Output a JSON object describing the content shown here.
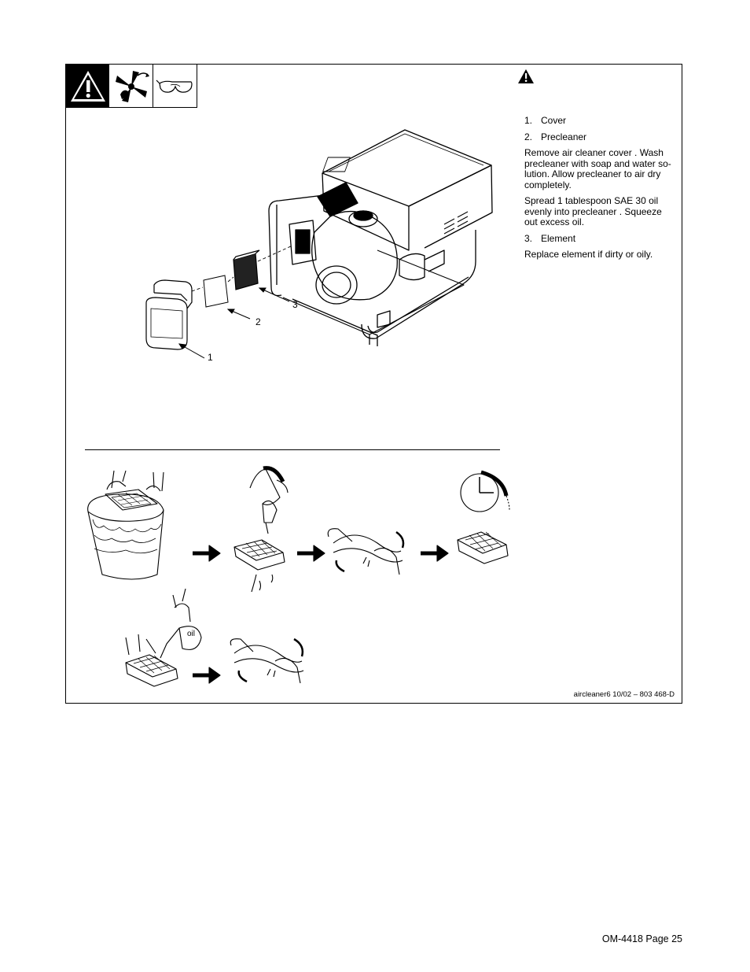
{
  "legend": {
    "items": [
      {
        "num": "1.",
        "label": "Cover"
      },
      {
        "num": "2.",
        "label": "Precleaner"
      },
      {
        "num": "3.",
        "label": "Element"
      }
    ],
    "precleaner_instructions_1": "Remove air cleaner cover . Wash precleaner with soap and water so- lution. Allow precleaner to air dry completely.",
    "precleaner_instructions_2": "Spread 1 tablespoon SAE 30 oil evenly into precleaner . Squeeze out excess oil.",
    "element_instructions": "Replace element if dirty or oily."
  },
  "callouts": [
    "1",
    "2",
    "3"
  ],
  "oil_label": "oil",
  "footer_code": "aircleaner6 10/02 – 803 468-D",
  "page_number": "OM-4418 Page 25",
  "icons": [
    "warning-icon",
    "moving-parts-icon",
    "safety-glasses-icon",
    "warning-triangle-icon"
  ]
}
